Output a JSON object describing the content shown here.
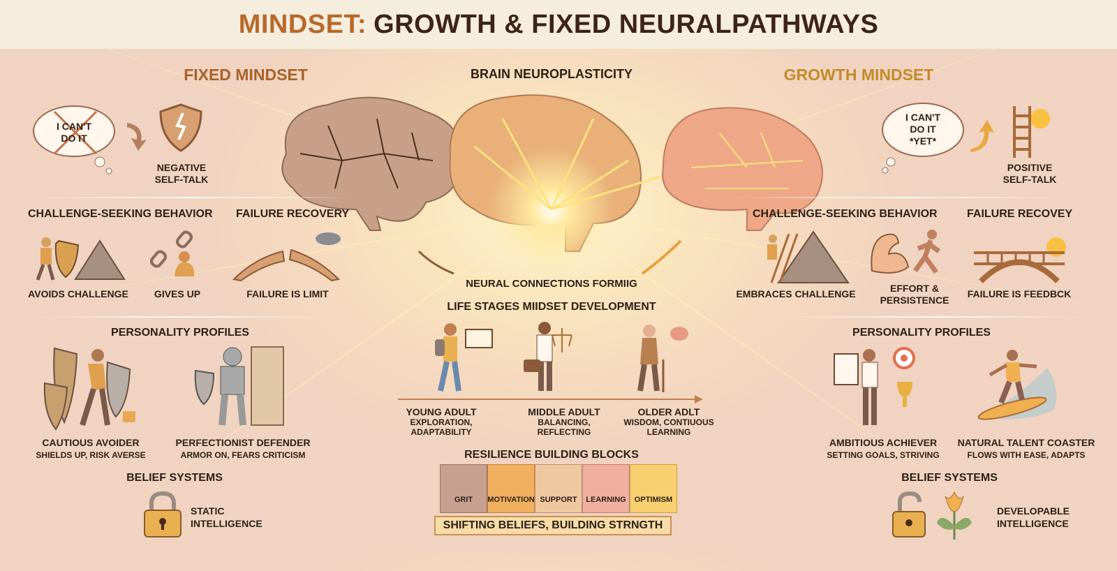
{
  "title": {
    "part1": "MINDSET:",
    "part2": "GROWTH & FIXED NEURALPATHWAYS"
  },
  "fixed": {
    "heading": "FIXED MINDSET",
    "thought": [
      "I CAN'T",
      "DO IT"
    ],
    "self_talk": [
      "NEGATIVE",
      "SELF-TALK"
    ],
    "challenge_heading": "CHALLENGE-SEEKING BEHAVIOR",
    "failure_heading": "FAILURE RECOVERY",
    "behaviors": [
      "AVOIDS CHALLENGE",
      "GIVES UP",
      "FAILURE IS LIMIT"
    ],
    "profiles_heading": "PERSONALITY PROFILES",
    "profiles": [
      {
        "name": "CAUTIOUS AVOIDER",
        "desc": "SHIELDS UP, RISK AVERSE"
      },
      {
        "name": "PERFECTIONIST DEFENDER",
        "desc": "ARMOR ON, FEARS CRITICISM"
      }
    ],
    "beliefs_heading": "BELIEF SYSTEMS",
    "belief": [
      "STATIC",
      "INTELLIGENCE"
    ]
  },
  "center": {
    "heading": "BRAIN NEUROPLASTICITY",
    "neural": "NEURAL CONNECTIONS FORMIIG",
    "life_heading": "LIFE STAGES MIIDSET DEVELOPMENT",
    "stages": [
      {
        "name": "YOUNG ADULT",
        "desc": [
          "EXPLORATION,",
          "ADAPTABILITY"
        ]
      },
      {
        "name": "MIDDLE ADULT",
        "desc": [
          "BALANCING,",
          "REFLECTING"
        ]
      },
      {
        "name": "OLDER ADLT",
        "desc": [
          "WISDOM, CONTIUOUS",
          "LEARNING"
        ]
      }
    ],
    "resilience_heading": "RESILIENCE BUILDING BLOCKS",
    "blocks": [
      "GRIT",
      "MOTIVATION",
      "SUPPORT",
      "LEARNING",
      "OPTIMISM"
    ],
    "banner": "SHIFTING BELIEFS, BUILDING STRNGTH"
  },
  "growth": {
    "heading": "GROWTH MINDSET",
    "thought": [
      "I CAN'T",
      "DO IT",
      "*YET*"
    ],
    "self_talk": [
      "POSITIVE",
      "SELF-TALK"
    ],
    "challenge_heading": "CHALLENGE-SEEKING BEHAVIOR",
    "failure_heading": "FAILURE RECOVEY",
    "behaviors": [
      "EMBRACES CHALLENGE",
      "EFFORT &",
      "PERSISTENCE",
      "FAILURE IS FEEDBCK"
    ],
    "profiles_heading": "PERSONALITY PROFILES",
    "profiles": [
      {
        "name": "AMBITIOUS ACHIEVER",
        "desc": "SETTING GOALS, STRIVING"
      },
      {
        "name": "NATURAL TALENT COASTER",
        "desc": "FLOWS WITH EASE, ADAPTS"
      }
    ],
    "beliefs_heading": "BELIEF SYSTEMS",
    "belief": [
      "DEVELOPABLE",
      "INTELLIGENCE"
    ]
  },
  "colors": {
    "fixed": "#a8622a",
    "growth": "#c48a2a",
    "title_accent": "#b8692a",
    "text": "#2e2016"
  }
}
